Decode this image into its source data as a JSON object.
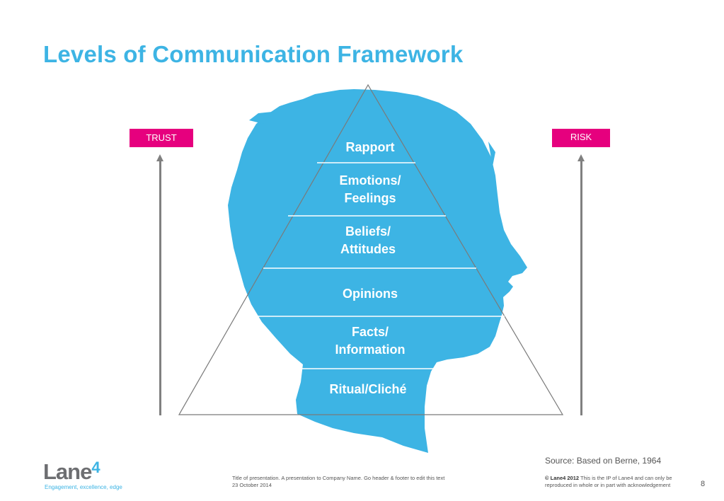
{
  "slide": {
    "title": "Levels of Communication Framework",
    "left_label": "TRUST",
    "right_label": "RISK",
    "levels": [
      {
        "line1": "Rapport",
        "line2": ""
      },
      {
        "line1": "Emotions/",
        "line2": "Feelings"
      },
      {
        "line1": "Beliefs/",
        "line2": "Attitudes"
      },
      {
        "line1": "Opinions",
        "line2": ""
      },
      {
        "line1": "Facts/",
        "line2": "Information"
      },
      {
        "line1": "Ritual/Cliché",
        "line2": ""
      }
    ],
    "source": "Source: Based on Berne, 1964"
  },
  "footer": {
    "logo_word": "Lane",
    "logo_digit": "4",
    "logo_tagline": "Engagement, excellence, edge",
    "presentation_title": "Title of presentation. A presentation to Company Name. Go header & footer to edit this text",
    "date": "23 October 2014",
    "copyright_bold": "© Lane4 2012",
    "copyright_text1": " This is the IP of Lane4 and can only be",
    "copyright_text2": "reproduced in whole or in part with acknowledgement",
    "page_number": "8"
  },
  "colors": {
    "title": "#3db4e4",
    "head": "#3db4e4",
    "badge": "#e6007e",
    "arrow": "#808080"
  },
  "icons": {
    "head": "head-silhouette-icon",
    "arrows": "arrow-up-icon"
  }
}
